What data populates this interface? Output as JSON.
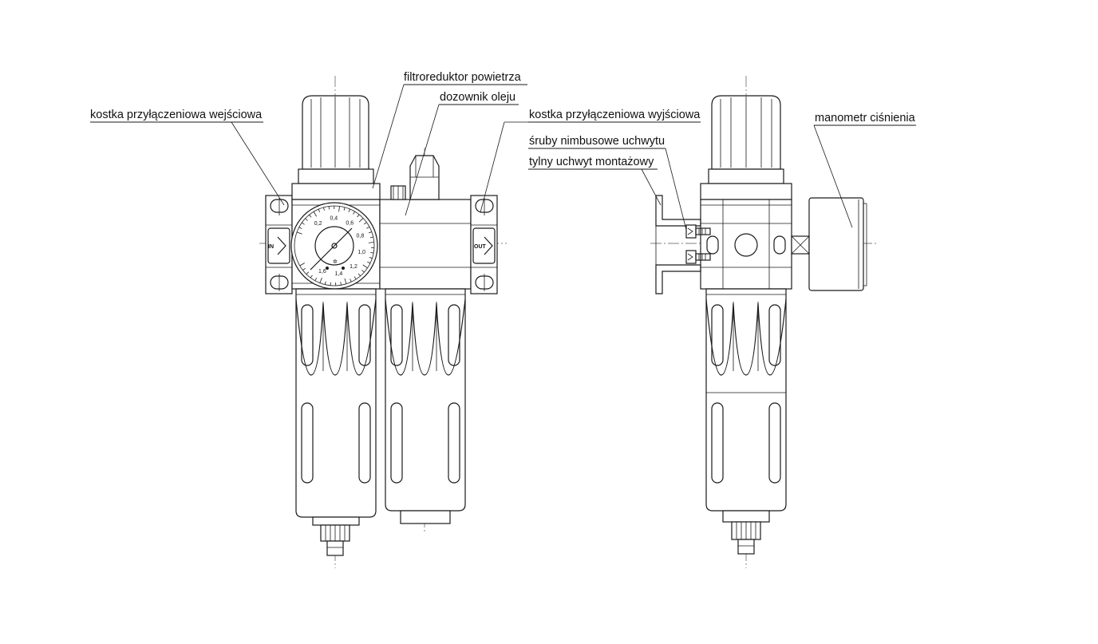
{
  "labels": {
    "inlet_block": "kostka przyłączeniowa wejściowa",
    "filter_regulator": "filtroreduktor powietrza",
    "lubricator": "dozownik oleju",
    "outlet_block": "kostka przyłączeniowa wyjściowa",
    "bracket_screws": "śruby nimbusowe uchwytu",
    "rear_bracket": "tylny uchwyt montażowy",
    "pressure_gauge": "manometr ciśnienia"
  },
  "gauge_scale": [
    "0,2",
    "0,4",
    "0,6",
    "0,8",
    "1,0",
    "1,2",
    "1,4",
    "1,6"
  ],
  "ports": {
    "inlet": "IN",
    "outlet": "OUT"
  },
  "colors": {
    "line": "#1a1a1a",
    "centerline": "#555555",
    "background": "#ffffff"
  }
}
